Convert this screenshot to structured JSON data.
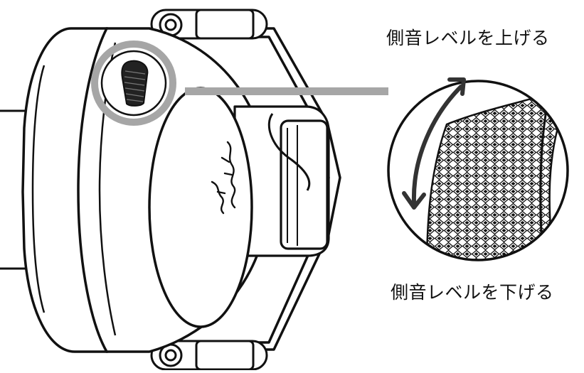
{
  "labels": {
    "raise": "側音レベルを上げる",
    "lower": "側音レベルを下げる"
  },
  "colors": {
    "line": "#111111",
    "callout": "#a6a6a6",
    "background": "#ffffff"
  },
  "icons": {
    "wheel": "sidetone-dial",
    "arrow": "double-headed-arrow",
    "logo": "razer-snake-logo"
  }
}
